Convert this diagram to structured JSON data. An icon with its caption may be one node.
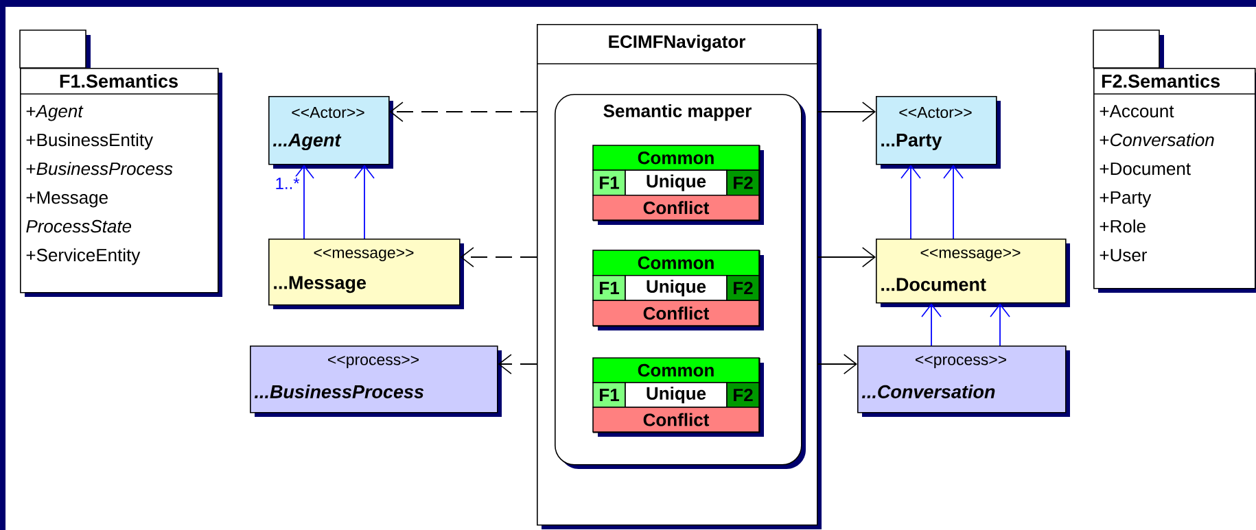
{
  "diagram": {
    "nodes": [
      {
        "text": [
          "F1.Semantics",
          "+*Agent*",
          "+BusinessEntity",
          "+*BusinessProcess*",
          "+Message",
          "*ProcessState*",
          "+ServiceEntity"
        ]
      },
      {
        "text": [
          "<<Actor>>",
          "...Agent"
        ]
      },
      {
        "text": [
          "<<message>>",
          "...Message"
        ]
      },
      {
        "text": [
          "<<process>>",
          "...BusinessProcess"
        ]
      },
      {
        "text": [
          "ECIMFNavigator"
        ]
      },
      {
        "text": [
          "Semantic mapper"
        ],
        "in": 4
      },
      {
        "text": [
          "Common",
          "F1",
          "Unique",
          "F2",
          "Conflict"
        ],
        "in": 5
      },
      {
        "text": [
          "Common",
          "F1",
          "Unique",
          "F2",
          "Conflict"
        ],
        "in": 5
      },
      {
        "text": [
          "Common",
          "F1",
          "Unique",
          "F2",
          "Conflict"
        ],
        "in": 5
      },
      {
        "text": [
          "<<Actor>>",
          "...Party"
        ]
      },
      {
        "text": [
          "<<message>>",
          "...Document"
        ]
      },
      {
        "text": [
          "<<process>>",
          "...Conversation"
        ]
      },
      {
        "text": [
          "F2.Semantics",
          "+Account",
          "+*Conversation*",
          "+Document",
          "+Party",
          "+Role",
          "+User"
        ]
      }
    ],
    "edges": [
      {
        "from": 4,
        "to": 1,
        "arrow": "to",
        "style": "dashed"
      },
      {
        "from": 4,
        "to": 2,
        "arrow": "to",
        "style": "dashed"
      },
      {
        "from": 4,
        "to": 3,
        "arrow": "to",
        "style": "dashed"
      },
      {
        "from": 4,
        "to": 9,
        "arrow": "to"
      },
      {
        "from": 4,
        "to": 10,
        "arrow": "to"
      },
      {
        "from": 4,
        "to": 11,
        "arrow": "to"
      },
      {
        "from": 2,
        "to": 1,
        "arrow": "to",
        "label": "1..*",
        "color": "#0000ff"
      },
      {
        "from": 2,
        "to": 1,
        "arrow": "to",
        "color": "#0000ff"
      },
      {
        "from": 10,
        "to": 9,
        "arrow": "to",
        "color": "#0000ff"
      },
      {
        "from": 10,
        "to": 9,
        "arrow": "to",
        "color": "#0000ff"
      },
      {
        "from": 11,
        "to": 10,
        "arrow": "to",
        "color": "#0000ff"
      },
      {
        "from": 11,
        "to": 10,
        "arrow": "to",
        "color": "#0000ff"
      }
    ]
  }
}
